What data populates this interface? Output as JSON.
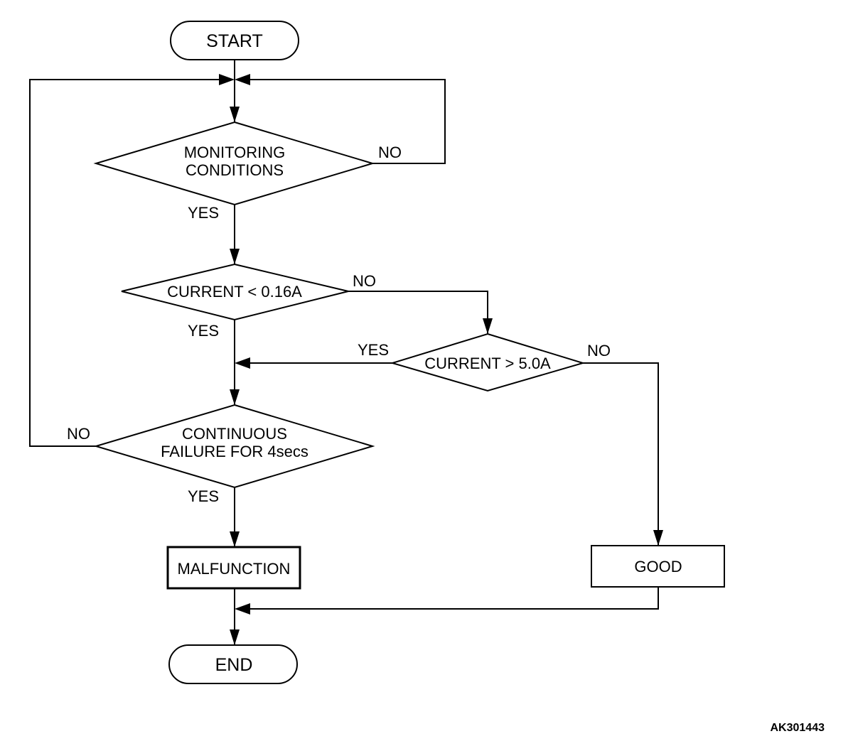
{
  "flowchart": {
    "start_label": "START",
    "end_label": "END",
    "decision_monitoring": {
      "line1": "MONITORING",
      "line2": "CONDITIONS",
      "yes_label": "YES",
      "no_label": "NO"
    },
    "decision_current_low": {
      "text": "CURRENT < 0.16A",
      "yes_label": "YES",
      "no_label": "NO"
    },
    "decision_current_high": {
      "text": "CURRENT > 5.0A",
      "yes_label": "YES",
      "no_label": "NO"
    },
    "decision_continuous": {
      "line1": "CONTINUOUS",
      "line2": "FAILURE FOR 4secs",
      "yes_label": "YES",
      "no_label": "NO"
    },
    "malfunction_label": "MALFUNCTION",
    "good_label": "GOOD",
    "reference_code": "AK301443"
  }
}
